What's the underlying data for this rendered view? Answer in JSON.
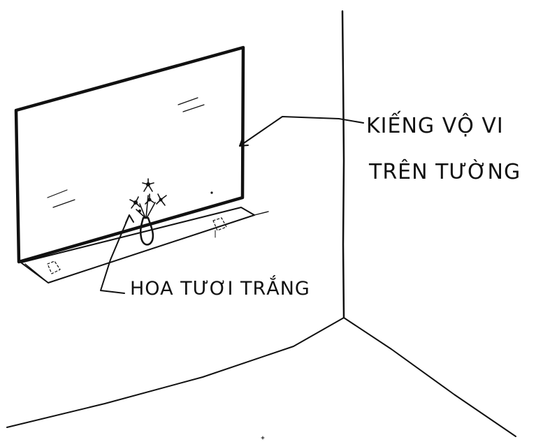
{
  "labels": {
    "mirror_line1": "KIẾNG VỘ VI",
    "mirror_line2": "TRÊN TƯỜNG",
    "flowers": "HOA TƯƠI TRẮNG"
  },
  "colors": {
    "ink": "#111111",
    "paper": "#ffffff"
  }
}
